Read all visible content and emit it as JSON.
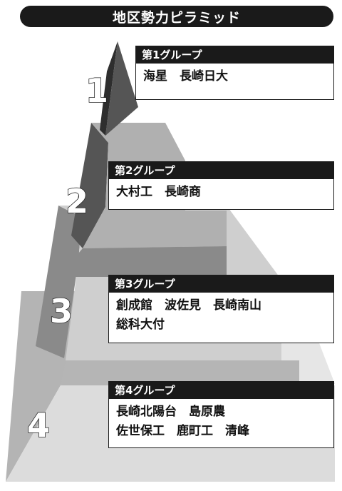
{
  "title": "地区勢力ピラミッド",
  "tiers": [
    {
      "number": "1",
      "header": "第1グループ",
      "lines": [
        "海星　長崎日大"
      ]
    },
    {
      "number": "2",
      "header": "第2グループ",
      "lines": [
        "大村工　長崎商"
      ]
    },
    {
      "number": "3",
      "header": "第3グループ",
      "lines": [
        "創成館　波佐見　長崎南山",
        "総科大付"
      ]
    },
    {
      "number": "4",
      "header": "第4グループ",
      "lines": [
        "長崎北陽台　島原農",
        "佐世保工　鹿町工　清峰"
      ]
    }
  ],
  "colors": {
    "tier1_front": "#555555",
    "tier1_side": "#2e2e2e",
    "tier2_top": "#b0b0b0",
    "tier2_front": "#8a8a8a",
    "tier2_side": "#555555",
    "tier3_top": "#cfcfcf",
    "tier3_front": "#b5b5b5",
    "tier3_side": "#8a8a8a",
    "tier4_top": "#e6e6e6",
    "tier4_front": "#dcdcdc",
    "tier4_side": "#b4b4b4",
    "box_header": "#1a1a1a"
  }
}
